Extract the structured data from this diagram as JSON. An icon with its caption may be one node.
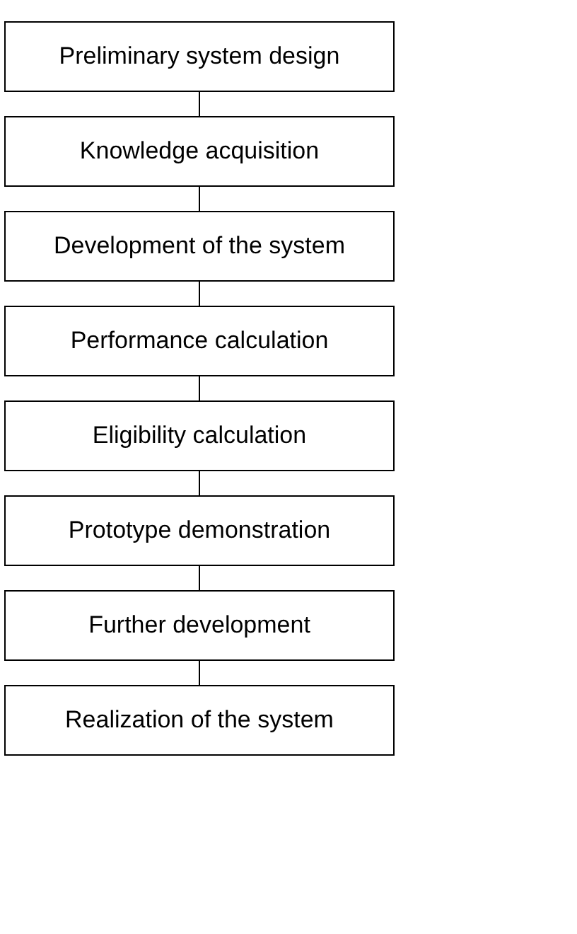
{
  "diagram": {
    "nodes": [
      {
        "text": [
          "Preliminary system design"
        ]
      },
      {
        "text": [
          "Knowledge acquisition"
        ]
      },
      {
        "text": [
          "Development of the system"
        ]
      },
      {
        "text": [
          "Performance calculation"
        ]
      },
      {
        "text": [
          "Eligibility calculation"
        ]
      },
      {
        "text": [
          "Prototype demonstration"
        ]
      },
      {
        "text": [
          "Further development"
        ]
      },
      {
        "text": [
          "Realization of the system"
        ]
      }
    ],
    "edges": [
      {
        "from": 0,
        "to": 1,
        "arrow": "none"
      },
      {
        "from": 1,
        "to": 2,
        "arrow": "none"
      },
      {
        "from": 2,
        "to": 3,
        "arrow": "none"
      },
      {
        "from": 3,
        "to": 4,
        "arrow": "none"
      },
      {
        "from": 4,
        "to": 5,
        "arrow": "none"
      },
      {
        "from": 5,
        "to": 6,
        "arrow": "none"
      },
      {
        "from": 6,
        "to": 7,
        "arrow": "none"
      }
    ]
  }
}
